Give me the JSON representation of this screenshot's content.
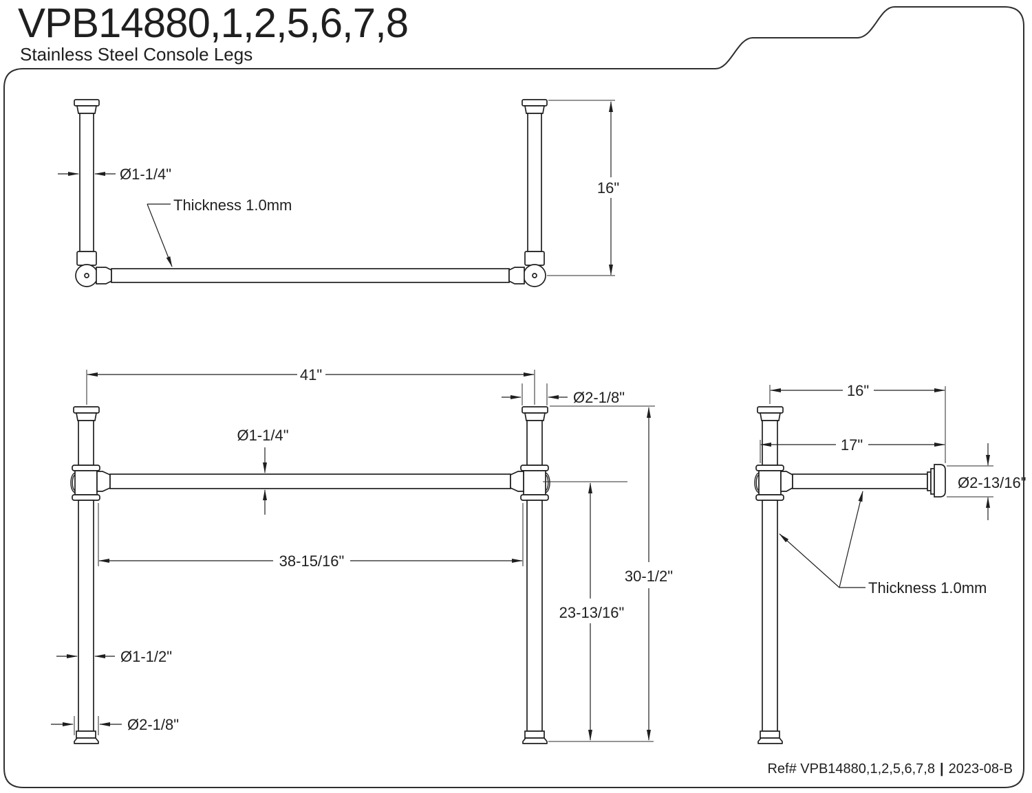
{
  "title": "VPB14880,1,2,5,6,7,8",
  "subtitle": "Stainless Steel Console Legs",
  "top_view": {
    "diameter_label": "Ø1-1/4\"",
    "thickness_label": "Thickness 1.0mm",
    "height_label": "16\""
  },
  "front_view": {
    "overall_width_label": "41\"",
    "cap_diameter_label": "Ø2-1/8\"",
    "crossbar_diameter_label": "Ø1-1/4\"",
    "inner_width_label": "38-15/16\"",
    "overall_height_label": "30-1/2\"",
    "crossbar_height_label": "23-13/16\"",
    "leg_diameter_label": "Ø1-1/2\"",
    "foot_diameter_label": "Ø2-1/8\""
  },
  "side_view": {
    "depth_center_label": "16\"",
    "depth_overall_label": "17\"",
    "flange_diameter_label": "Ø2-13/16\"",
    "thickness_label": "Thickness 1.0mm"
  },
  "footer": {
    "ref": "Ref# VPB14880,1,2,5,6,7,8",
    "separator": "|",
    "date": "2023-08-B"
  },
  "colors": {
    "line": "#1f1f1f",
    "background": "#ffffff"
  }
}
